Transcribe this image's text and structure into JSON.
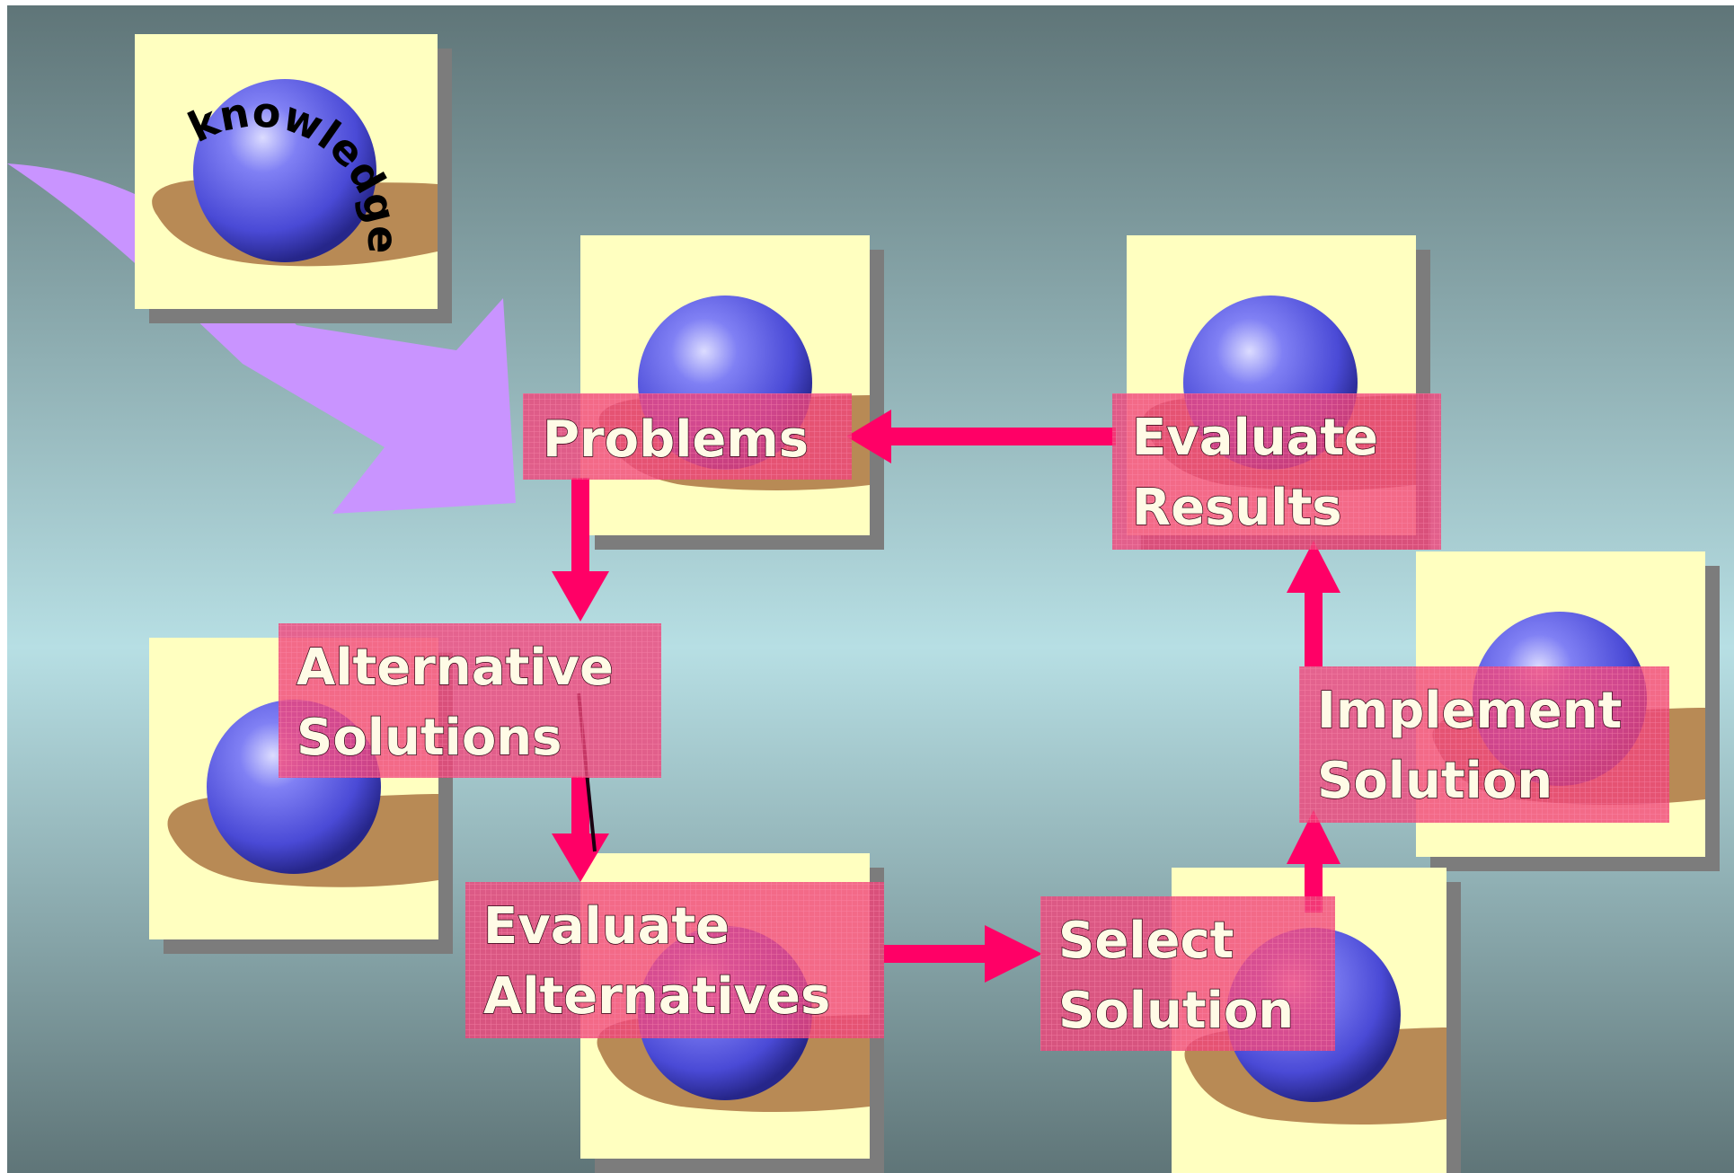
{
  "diagram": {
    "knowledge_label": "knowledge",
    "nodes": {
      "problems": [
        "Problems"
      ],
      "alternative_solutions": [
        "Alternative",
        "Solutions"
      ],
      "evaluate_alternatives": [
        "Evaluate",
        "Alternatives"
      ],
      "select_solution": [
        "Select",
        "Solution"
      ],
      "implement_solution": [
        "Implement",
        "Solution"
      ],
      "evaluate_results": [
        "Evaluate",
        "Results"
      ]
    },
    "colors": {
      "background_top": "#5f7578",
      "background_mid": "#b7dfe4",
      "card": "#ffffc0",
      "card_shadow": "#7c7c7c",
      "label_box": "#f0457a",
      "arrow": "#ff0066",
      "knowledge_arrow": "#c994ff",
      "sphere": "#5f5fe8",
      "sphere_shadow": "#b88a55"
    }
  }
}
